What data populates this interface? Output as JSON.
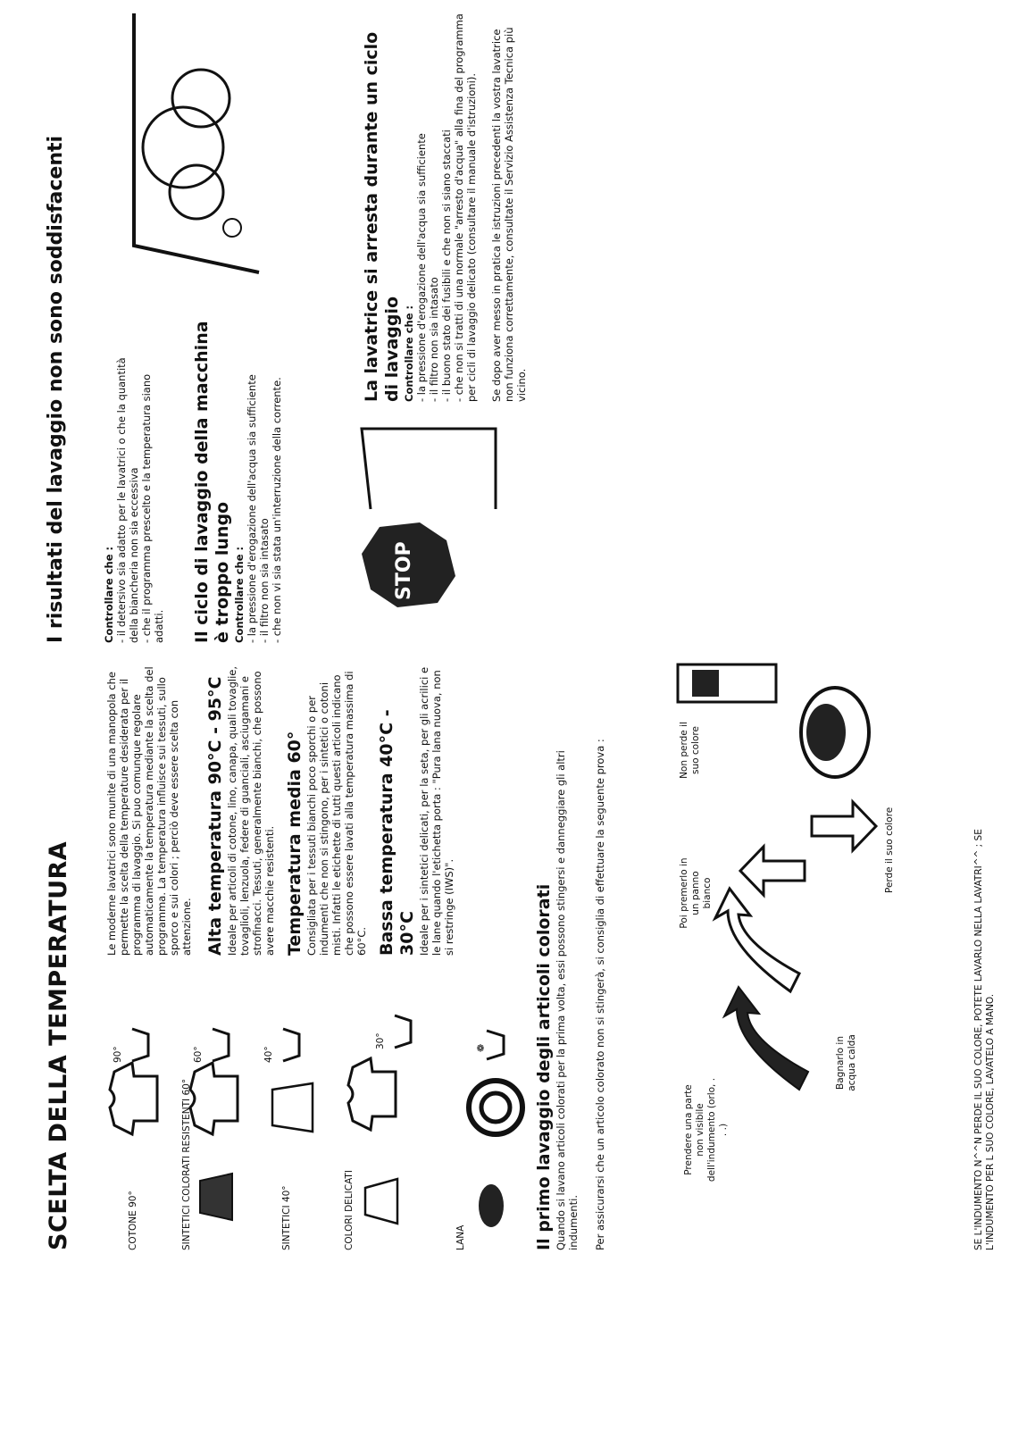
{
  "left": {
    "title": "SCELTA DELLA TEMPERATURA",
    "categories": [
      {
        "label": "COTONE 90°",
        "deg": "90°"
      },
      {
        "label": "SINTETICI COLORATI RESISTENTI 60°",
        "deg": "60°"
      },
      {
        "label": "SINTETICI 40°",
        "deg": "40°"
      },
      {
        "label": "COLORI DELICATI",
        "deg": "30°"
      },
      {
        "label": "LANA",
        "deg": ""
      }
    ],
    "intro": "Le moderne lavatrici sono munite di una manopola che permette la scelta della temperature desiderata per il programma di lavaggio. Si puo comunque regolare automaticamente la temperatura mediante la scelta del programma. La temperatura influisce sui tessuti, sullo sporco e sui colori ; perciò deve essere scelta con attenzione.",
    "sections": [
      {
        "heading": "Alta temperatura 90°C - 95°C",
        "text": "Ideale per articoli di cotone, lino, canapa, quali tovaglie, tovaglioli, lenzuola, federe di guanciali, asciugamani e strofinacci. Tessuti, generalmente bianchi, che possono avere macchie resistenti."
      },
      {
        "heading": "Temperatura media 60°",
        "text": "Consigliata per i tessuti bianchi poco sporchi o per indumenti che non si stingono, per i sintetici o cotoni misti. Infatti le etichette di tutti questi articoli indicano che possono essere lavati alla temperatura massima di 60°C."
      },
      {
        "heading": "Bassa temperatura 40°C - 30°C",
        "text": "Ideale per i sintetici delicati, per la seta, per gli acrilici e le lane quando l'etichetta porta : \"Pura lana nuova, non si restringe (IWS)\"."
      }
    ],
    "primo": {
      "heading": "Il primo lavaggio degli articoli colorati",
      "text": "Quando si lavano articoli colorati per la prima volta, essi possono stingersi e danneggiare gli altri indumenti.",
      "text2": "Per assicurarsi che un articolo colorato non si stingerà, si consiglia di effettuare la seguente prova :"
    },
    "steps": {
      "s1": "Prendere una parte non visibile dell'indumento (orlo, . . .)",
      "s2": "Bagnarlo in acqua calda",
      "s3": "Poi premerlo in un panno bianco",
      "s4": "Perde il suo colore",
      "s5": "Non perde il suo colore"
    },
    "footer1": "SE L'INDUMENTO N^^N PERDE IL SUO COLORE, POTETE LAVARLO NELLA LAVATRI^^ ; SE",
    "footer2": "L'INDUMENTO PER     L SUO COLORE, LAVATELO A MANO."
  },
  "right": {
    "title": "I risultati del lavaggio non sono soddisfacenti",
    "controllare": "Controllare che :",
    "bullets1": [
      "il detersivo sia adatto per le lavatrici o che la quantità della biancheria non sia eccessiva",
      "che il programma prescelto e la temperatura siano adatti."
    ],
    "ciclo_heading": "Il ciclo di lavaggio della macchina è troppo lungo",
    "bullets2": [
      "la pressione d'erogazione dell'acqua sia sufficiente",
      "il filtro non sia intasato",
      "che non vi sia stata un'interruzione della corrente."
    ],
    "stop_sign": "STOP",
    "arresta_heading": "La lavatrice si arresta durante un ciclo di lavaggio",
    "bullets3": [
      "la pressione d'erogazione dell'acqua sia sufficiente",
      "il filtro non sia intasato",
      "il buono stato dei fusibili e che non si siano staccati",
      "che non si tratti di una normale \"arresto d'acqua\" alla fina del programma per cicli di lavaggio delicato (consultare il manuale d'istruzioni)."
    ],
    "closing": "Se dopo aver messo in pratica le istruzioni precedenti la vostra lavatrice non funziona correttamente, consultate il Servizio Assistenza Tecnica più vicino."
  }
}
